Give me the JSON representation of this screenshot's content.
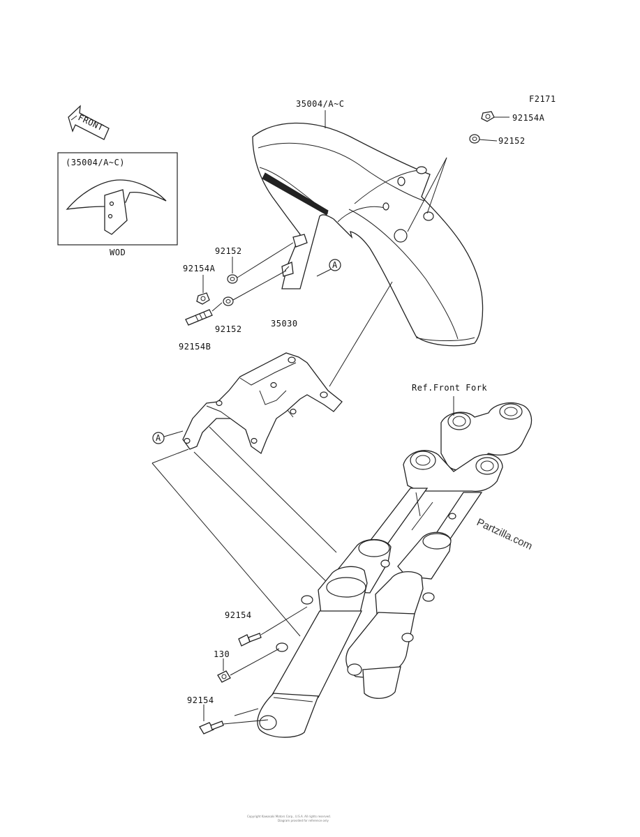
{
  "figure_code": "F2171",
  "front_arrow_label": "FRONT",
  "inset": {
    "title": "(35004/A~C)",
    "caption": "WOD"
  },
  "callout_marker": "A",
  "labels": {
    "fender": "35004/A~C",
    "bolt_top": "92154A",
    "washer_top": "92152",
    "washer_left_upper": "92152",
    "bolt_left": "92154A",
    "washer_left_lower": "92152",
    "stud": "92154B",
    "bracket": "35030",
    "ref_fork": "Ref.Front Fork",
    "bolt_fork_upper": "92154",
    "bolt_130": "130",
    "bolt_fork_lower": "92154"
  },
  "watermark": "Partzilla.com",
  "footer": [
    "Copyright Kawasaki Motors Corp., U.S.A. All rights reserved.",
    "Diagram provided for reference only"
  ]
}
